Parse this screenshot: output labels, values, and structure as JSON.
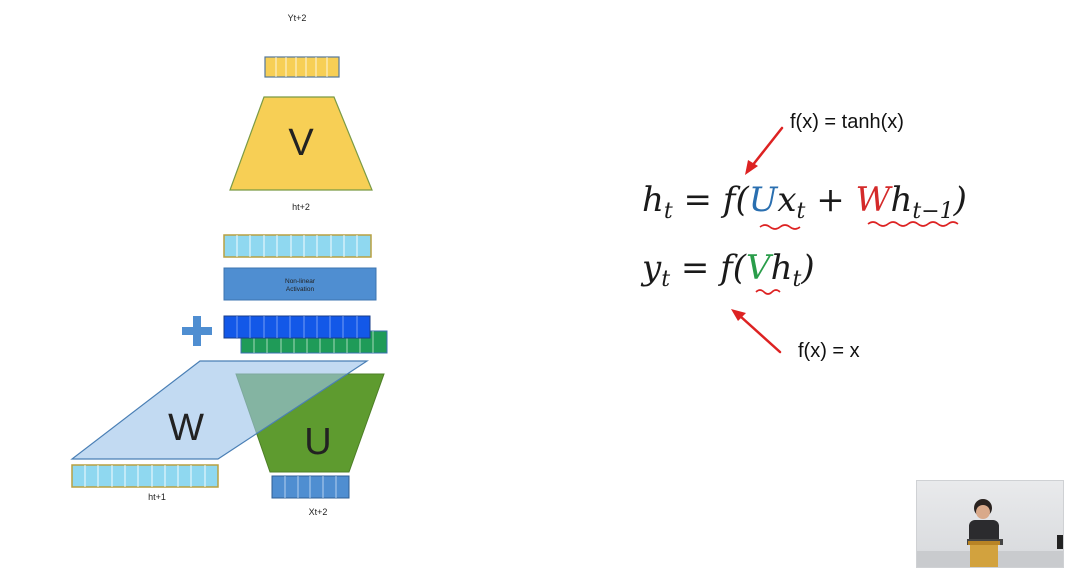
{
  "diagram": {
    "label_y": "Yt+2",
    "label_h_top": "ht+2",
    "label_h_left": "ht+1",
    "label_x": "Xt+2",
    "block_v": "V",
    "block_w": "W",
    "block_u": "U",
    "activation_line1": "Non-linear",
    "activation_line2": "Activation",
    "plus_symbol": "+"
  },
  "equations": {
    "h_tail": "x",
    "y_tail": "h"
  },
  "annotations": {
    "tanh_note": "f(x) = tanh(x)",
    "identity_note": "f(x) = x"
  },
  "colors": {
    "yellow": "#f7cf55",
    "cyan": "#8fd8f0",
    "steel_blue": "#4f8ed1",
    "bright_blue": "#1358e8",
    "green_bar": "#1f9b58",
    "green_trap": "#5e9b2f",
    "light_blue": "#9cc3ea",
    "annotation_red": "#dd2222"
  }
}
